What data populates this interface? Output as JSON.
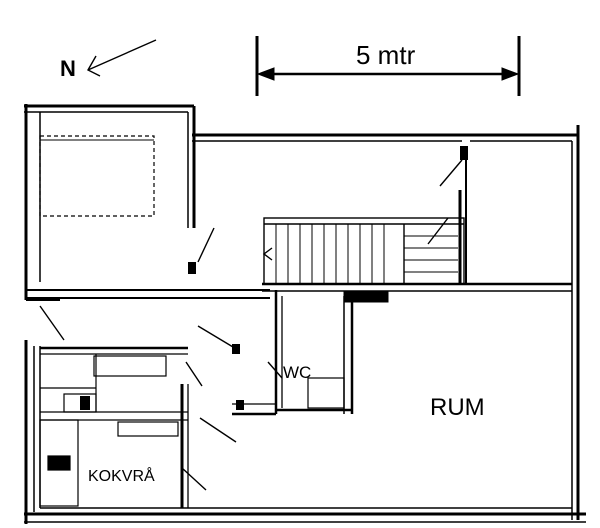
{
  "compass": {
    "label": "N",
    "icon": "north-arrow-icon"
  },
  "scale_bar": {
    "label": "5 mtr"
  },
  "rooms": {
    "wc": "WC",
    "rum": "RUM",
    "kokvra": "KOKVRÅ"
  },
  "colors": {
    "ink": "#000000",
    "paper": "#ffffff"
  }
}
